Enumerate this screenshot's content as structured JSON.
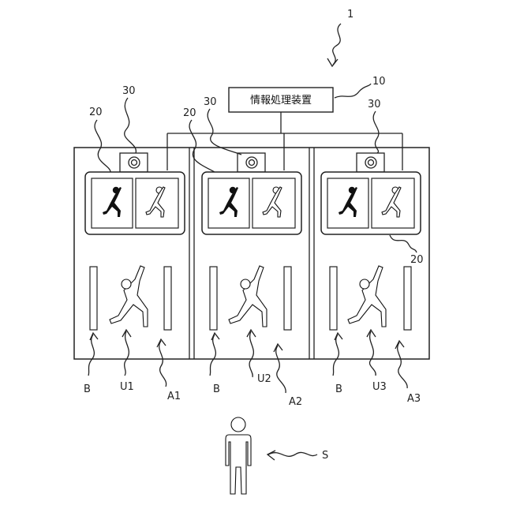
{
  "diagram": {
    "system_ref": "1",
    "info_device": {
      "ref": "10",
      "label": "情報処理装置"
    },
    "units": [
      {
        "screen_ref": "20",
        "camera_ref": "30",
        "bar_ref": "B",
        "user_ref": "U1",
        "area_ref": "A1"
      },
      {
        "screen_ref": "20",
        "camera_ref": "30",
        "bar_ref": "B",
        "user_ref": "U2",
        "area_ref": "A2"
      },
      {
        "screen_ref": "20",
        "camera_ref": "30",
        "bar_ref": "B",
        "user_ref": "U3",
        "area_ref": "A3"
      }
    ],
    "spectator_ref": "S"
  }
}
